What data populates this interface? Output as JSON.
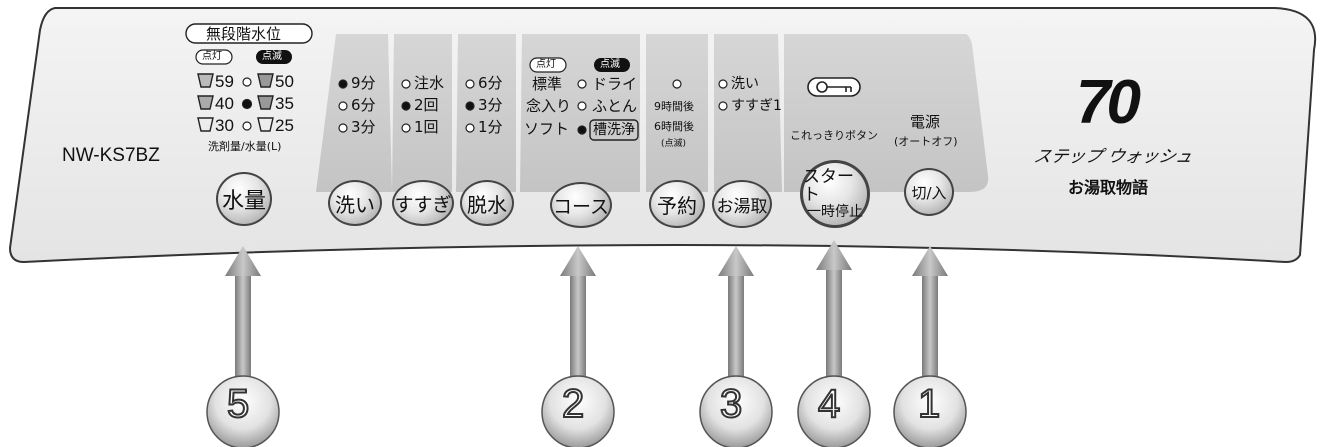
{
  "model": "NW-KS7BZ",
  "water_section": {
    "title": "無段階水位",
    "lit_label": "点灯",
    "blink_label": "点滅",
    "levels": [
      {
        "left": "59",
        "right": "50"
      },
      {
        "left": "40",
        "right": "35"
      },
      {
        "left": "30",
        "right": "25"
      }
    ],
    "footer": "洗剤量/水量(L)",
    "button": "水量"
  },
  "wash": {
    "options": [
      "9分",
      "6分",
      "3分"
    ],
    "button": "洗い"
  },
  "rinse": {
    "options": [
      "注水",
      "2回",
      "1回"
    ],
    "button": "すすぎ"
  },
  "spin": {
    "options": [
      "6分",
      "3分",
      "1分"
    ],
    "button": "脱水"
  },
  "course": {
    "lit_label": "点灯",
    "blink_label": "点滅",
    "left": [
      "標準",
      "念入り",
      "ソフト"
    ],
    "right": [
      "ドライ",
      "ふとん",
      "槽洗浄"
    ],
    "button": "コース"
  },
  "timer": {
    "lines": [
      "9時間後",
      "6時間後",
      "(点滅)"
    ],
    "button": "予約"
  },
  "bath": {
    "options": [
      "洗い",
      "すすぎ1"
    ],
    "button": "お湯取"
  },
  "start": {
    "label": "これっきりボタン",
    "button_line1": "スタート",
    "button_line2": "一時停止"
  },
  "power": {
    "label": "電源",
    "sub": "(オートオフ)",
    "button": "切/入"
  },
  "brand": {
    "number": "70",
    "line1": "ステップ ウォッシュ",
    "line2": "お湯取物語"
  },
  "callouts": [
    "5",
    "2",
    "3",
    "4",
    "1"
  ]
}
